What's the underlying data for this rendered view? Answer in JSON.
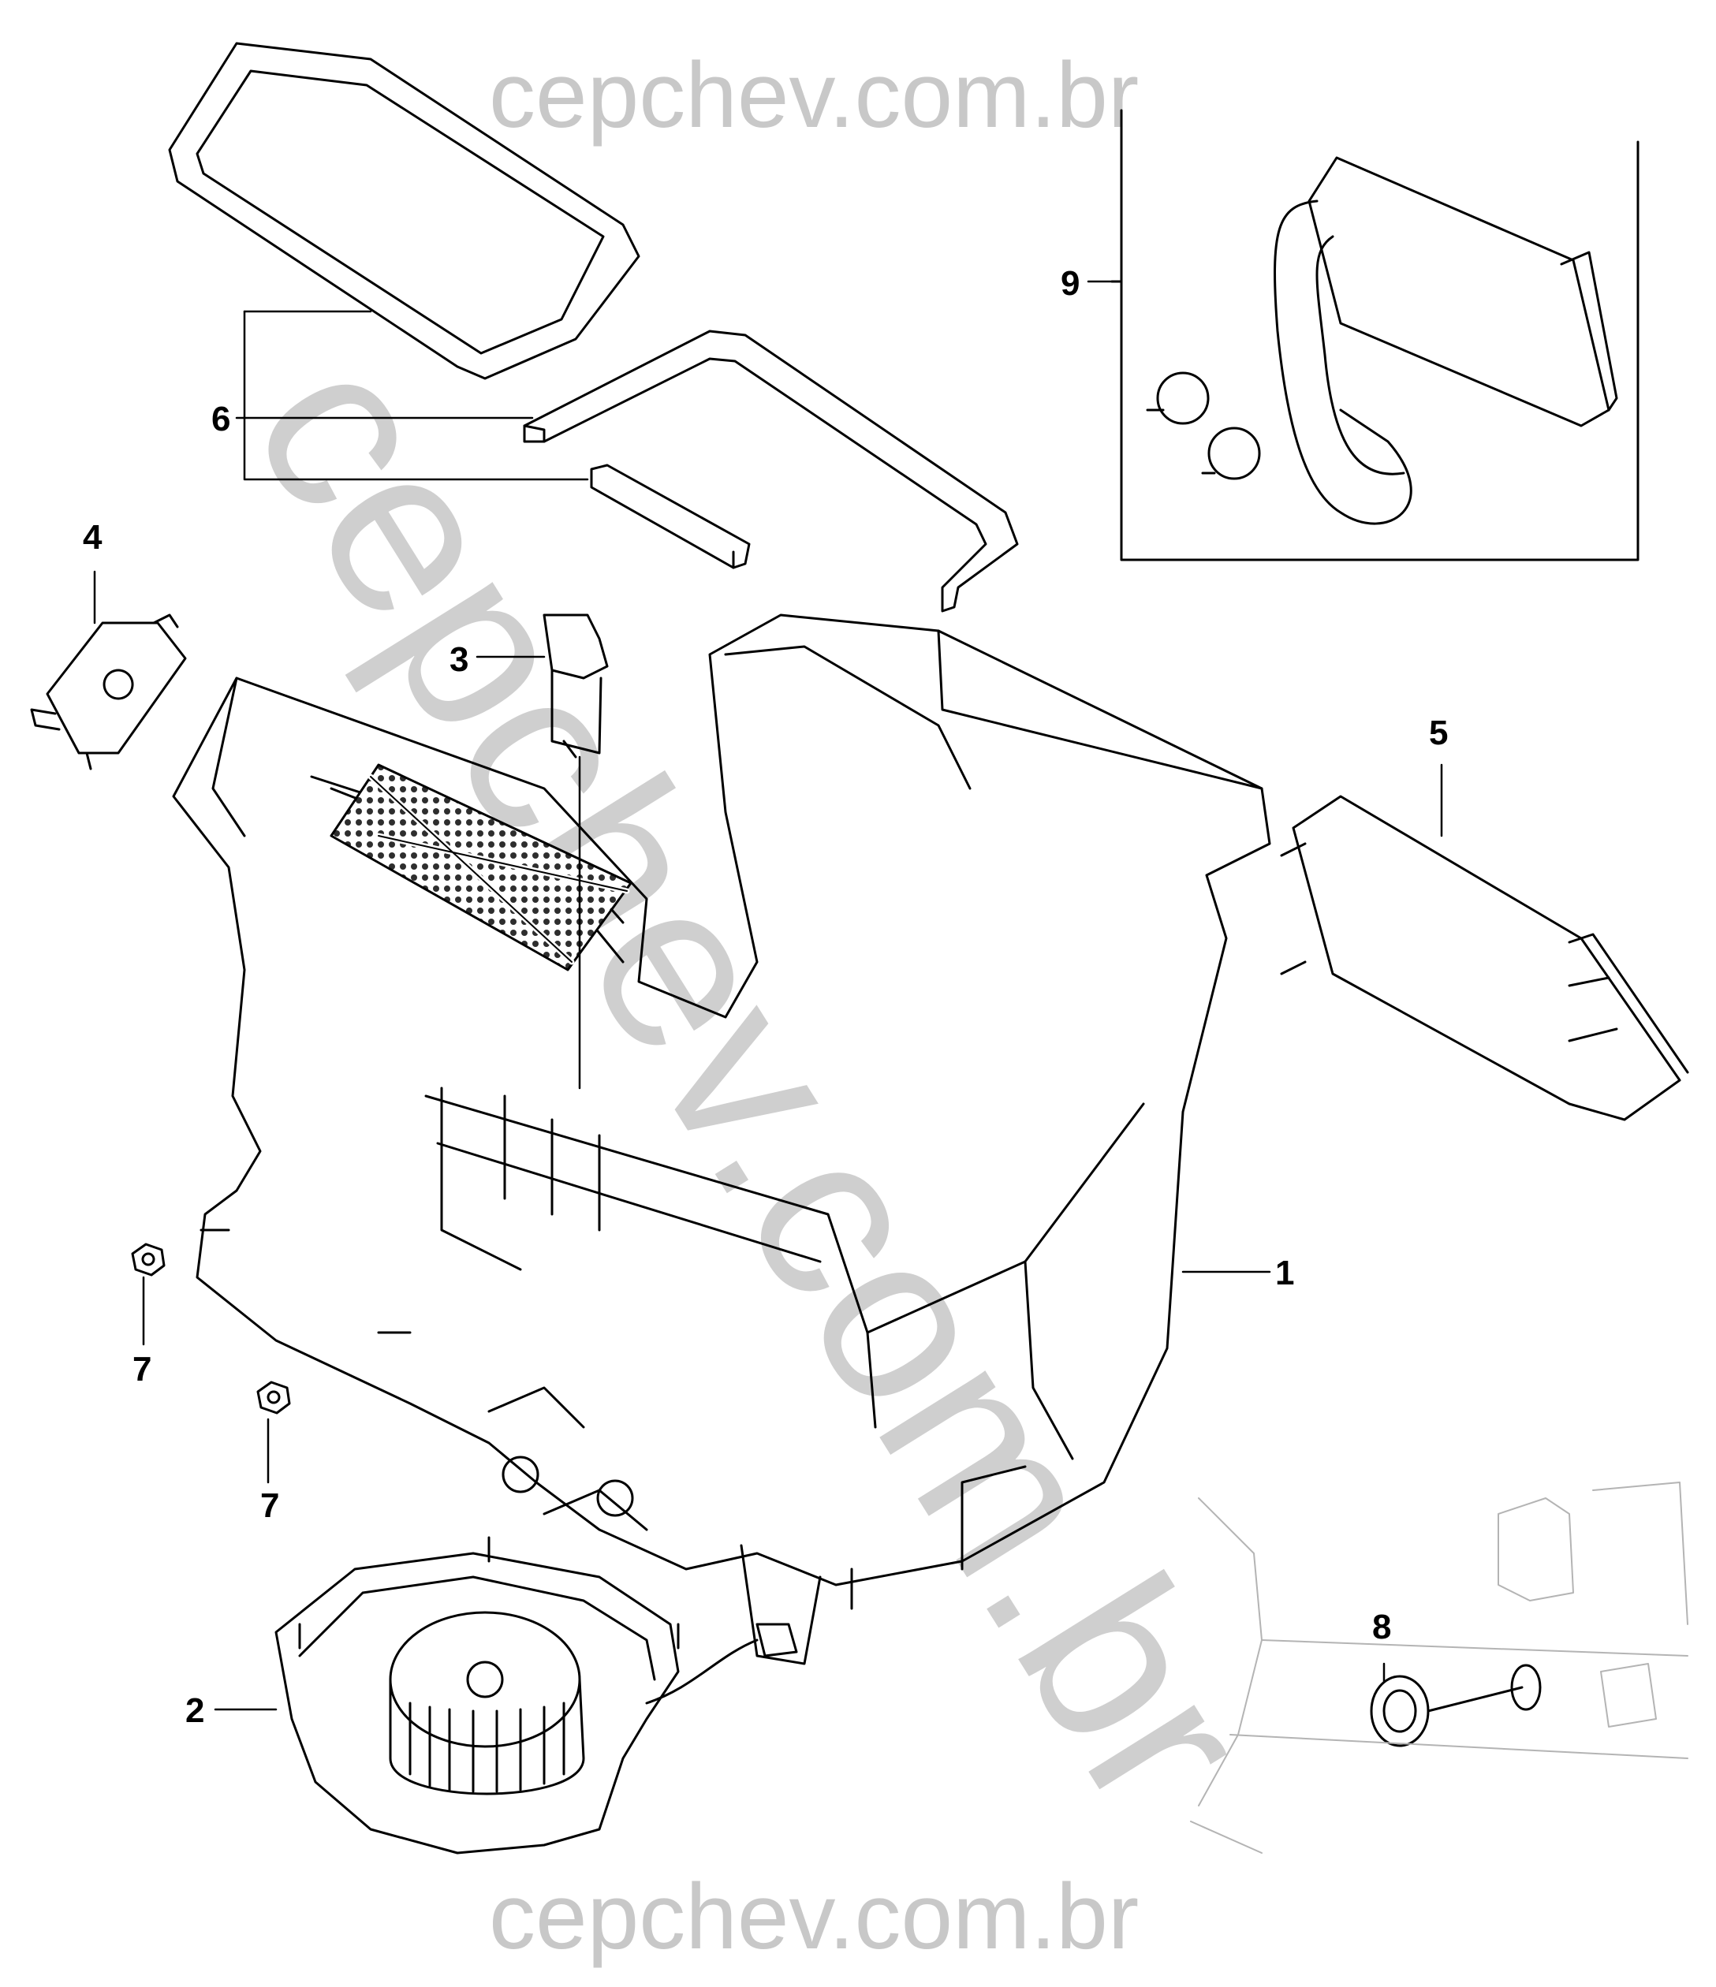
{
  "watermark": {
    "top": "cepchev.com.br",
    "diagonal": "cepchev.com.br",
    "bottom": "cepchev.com.br"
  },
  "callouts": {
    "c1": "1",
    "c2": "2",
    "c3": "3",
    "c4": "4",
    "c5": "5",
    "c6": "6",
    "c7a": "7",
    "c7b": "7",
    "c8": "8",
    "c9": "9"
  },
  "colors": {
    "line": "#000000",
    "watermark": "#c8c8c8",
    "mesh": "#3a3a3a",
    "background": "#ffffff"
  }
}
